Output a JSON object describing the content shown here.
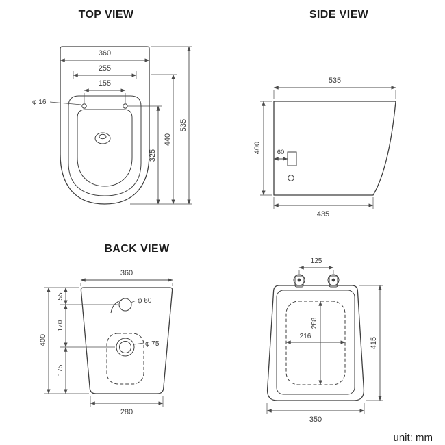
{
  "unit_label": "unit: mm",
  "colors": {
    "line": "#4a4a4a",
    "text": "#3b3b3b",
    "background": "#ffffff"
  },
  "views": {
    "top": {
      "title": "TOP VIEW",
      "dims": {
        "overall_width": "360",
        "inner_width": "255",
        "hole_spacing": "155",
        "hole_diameter": "φ 16",
        "overall_depth": "535",
        "body_depth": "440",
        "bowl_depth": "325"
      }
    },
    "side": {
      "title": "SIDE VIEW",
      "dims": {
        "overall_depth": "535",
        "height": "400",
        "bracket_offset": "60",
        "base_depth": "435"
      }
    },
    "back": {
      "title": "BACK VIEW",
      "dims": {
        "overall_width": "360",
        "inlet_offset": "55",
        "inlet_to_outlet": "170",
        "outlet_to_floor": "175",
        "height": "400",
        "inlet_diameter": "φ 60",
        "outlet_diameter": "φ 75",
        "base_width": "280"
      }
    },
    "seat": {
      "dims": {
        "hinge_spacing": "125",
        "opening_depth": "288",
        "opening_width": "216",
        "depth": "415",
        "width": "350"
      }
    }
  }
}
